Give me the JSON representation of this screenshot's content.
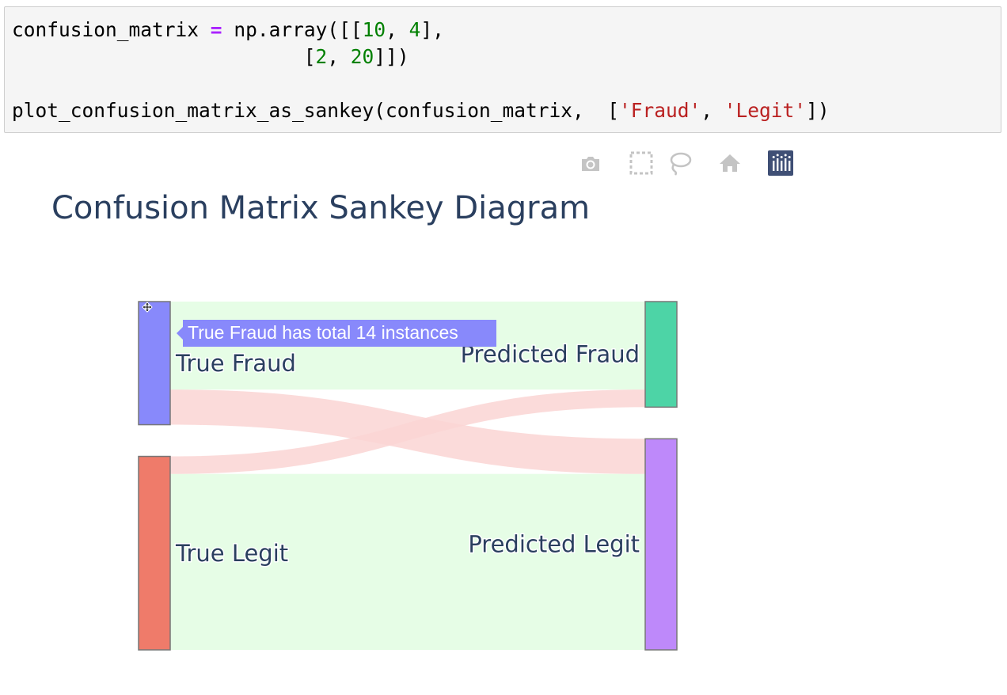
{
  "code": {
    "line1": {
      "var": "confusion_matrix",
      "op": "=",
      "call": "np.array([[",
      "n1": "10",
      "sep1": ", ",
      "n2": "4",
      "close1": "],"
    },
    "line2": {
      "indent": "                         [",
      "n3": "2",
      "sep": ", ",
      "n4": "20",
      "close": "]])"
    },
    "line4": {
      "call": "plot_confusion_matrix_as_sankey(confusion_matrix,  [",
      "s1": "'Fraud'",
      "sep": ", ",
      "s2": "'Legit'",
      "close": "])"
    }
  },
  "modebar": {
    "buttons": [
      {
        "icon": "camera-icon"
      },
      {
        "icon": "box-select-icon"
      },
      {
        "icon": "lasso-select-icon"
      },
      {
        "icon": "home-icon"
      },
      {
        "icon": "plotly-logo-icon"
      }
    ]
  },
  "chart_data": {
    "type": "sankey",
    "title": "Confusion Matrix Sankey Diagram",
    "nodes": [
      {
        "label": "True Fraud",
        "total": 14,
        "color": "#8889fb"
      },
      {
        "label": "True Legit",
        "total": 22,
        "color": "#ef7b6a"
      },
      {
        "label": "Predicted Fraud",
        "total": 12,
        "color": "#4dd4a6"
      },
      {
        "label": "Predicted Legit",
        "total": 24,
        "color": "#be89fa"
      }
    ],
    "links": [
      {
        "source": 0,
        "target": 2,
        "value": 10,
        "kind": "correct",
        "color": "#e6fde6"
      },
      {
        "source": 0,
        "target": 3,
        "value": 4,
        "kind": "error",
        "color": "#fad5d3"
      },
      {
        "source": 1,
        "target": 2,
        "value": 2,
        "kind": "error",
        "color": "#fad5d3"
      },
      {
        "source": 1,
        "target": 3,
        "value": 20,
        "kind": "correct",
        "color": "#e6fde6"
      }
    ],
    "hover": {
      "node": 0,
      "text": "True Fraud has total 14 instances",
      "color": "#8889fb"
    }
  }
}
